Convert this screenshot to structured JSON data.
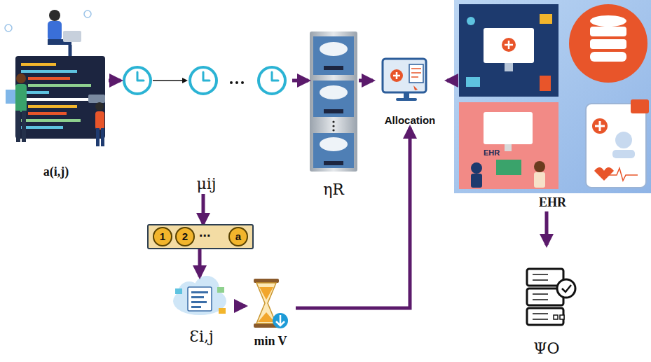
{
  "diagram": {
    "nodes": [
      {
        "text": [
          "a(i,j)"
        ]
      },
      {
        "text": [
          "μij"
        ]
      },
      {
        "text": [
          "⋯"
        ]
      },
      {
        "text": [
          "1"
        ],
        "in": 2
      },
      {
        "text": [
          "2"
        ],
        "in": 2
      },
      {
        "text": [
          "a"
        ],
        "in": 2
      },
      {
        "text": [
          "Ɛi,j"
        ]
      },
      {
        "text": [
          "min V"
        ]
      },
      {
        "text": [
          "ηR"
        ]
      },
      {
        "text": [
          "Allocation"
        ]
      },
      {
        "text": [
          "EHR"
        ]
      },
      {
        "text": [
          "ΨO"
        ]
      }
    ],
    "edges": [
      {
        "from": 0,
        "to": 1,
        "arrow": "to"
      },
      {
        "from": 1,
        "to": 8,
        "arrow": "to"
      },
      {
        "from": 1,
        "to": 2,
        "arrow": "to"
      },
      {
        "from": 2,
        "to": 6,
        "arrow": "to"
      },
      {
        "from": 6,
        "to": 7,
        "arrow": "to"
      },
      {
        "from": 7,
        "to": 9,
        "arrow": "to"
      },
      {
        "from": 8,
        "to": 9,
        "arrow": "to"
      },
      {
        "from": 10,
        "to": 9,
        "arrow": "to"
      },
      {
        "from": 10,
        "to": 11,
        "arrow": "to"
      }
    ],
    "labels": [
      "EHR"
    ]
  }
}
